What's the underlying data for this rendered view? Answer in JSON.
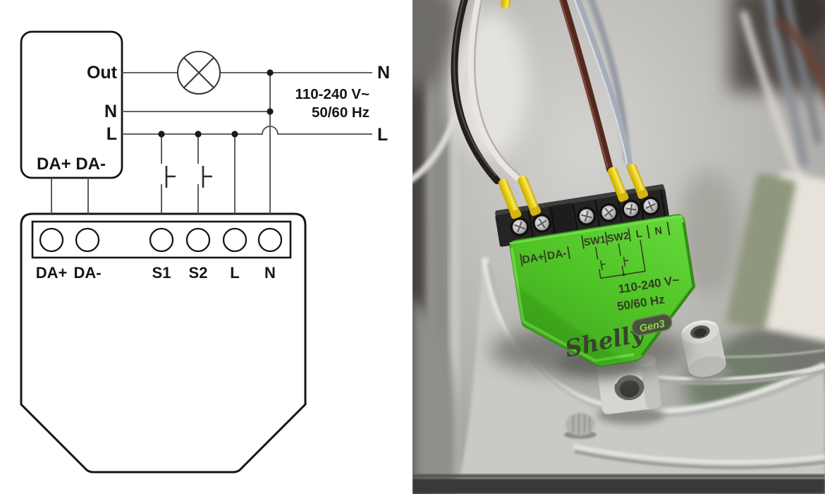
{
  "colors": {
    "diagram_ink": "#161616",
    "diagram_wire": "#4d4d4d",
    "device_green": "#4fc226",
    "device_green_light": "#66d93c",
    "device_green_dark": "#3b9f1b",
    "ferrule_yellow": "#ecd312",
    "ferrule_yellow_dark": "#c7a50b",
    "badge_bg": "#49523c",
    "badge_text": "#90d44f",
    "print_ink": "#323d22"
  },
  "diagram": {
    "controller": {
      "out_label": "Out",
      "neutral_label": "N",
      "live_label": "L",
      "bus_label": "DA+ DA-"
    },
    "mains": {
      "voltage": "110-240 V~",
      "frequency": "50/60 Hz",
      "neutral_label": "N",
      "live_label": "L"
    },
    "terminal_labels": [
      "DA+",
      "DA-",
      "S1",
      "S2",
      "L",
      "N"
    ]
  },
  "photo": {
    "device": {
      "brand": "Shelly",
      "generation": "Gen3",
      "bus_terminal_labels": [
        "DA+",
        "DA-"
      ],
      "io_terminal_labels": [
        "SW1",
        "SW2",
        "L",
        "N"
      ],
      "voltage": "110-240 V~",
      "frequency": "50/60 Hz"
    }
  }
}
